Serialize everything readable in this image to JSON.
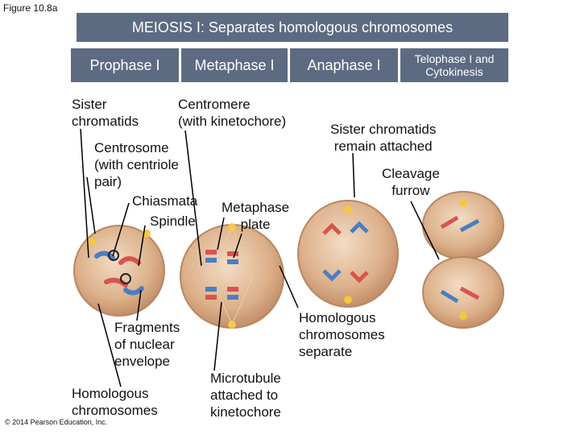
{
  "figure_label": "Figure 10.8a",
  "banner_title": "MEIOSIS I: Separates homologous chromosomes",
  "stages": [
    "Prophase I",
    "Metaphase I",
    "Anaphase I",
    "Telophase I and\nCytokinesis"
  ],
  "labels": {
    "sister_chromatids": "Sister\nchromatids",
    "centromere": "Centromere\n(with kinetochore)",
    "sister_chromatids_attached": "Sister chromatids\nremain attached",
    "centrosome": "Centrosome\n(with centriole\npair)",
    "cleavage_furrow": "Cleavage\nfurrow",
    "chiasmata": "Chiasmata",
    "metaphase_plate": "Metaphase\nplate",
    "spindle": "Spindle",
    "fragments": "Fragments\nof nuclear\nenvelope",
    "homologous_separate": "Homologous\nchromosomes\nseparate",
    "microtubule": "Microtubule\nattached to\nkinetochore",
    "homologous_chromosomes": "Homologous\nchromosomes"
  },
  "copyright": "© 2014 Pearson Education, Inc.",
  "colors": {
    "banner": "#5d6b82",
    "cell": "#d9b08c",
    "chrom_red": "#d9534f",
    "chrom_blue": "#4a7fc1"
  }
}
